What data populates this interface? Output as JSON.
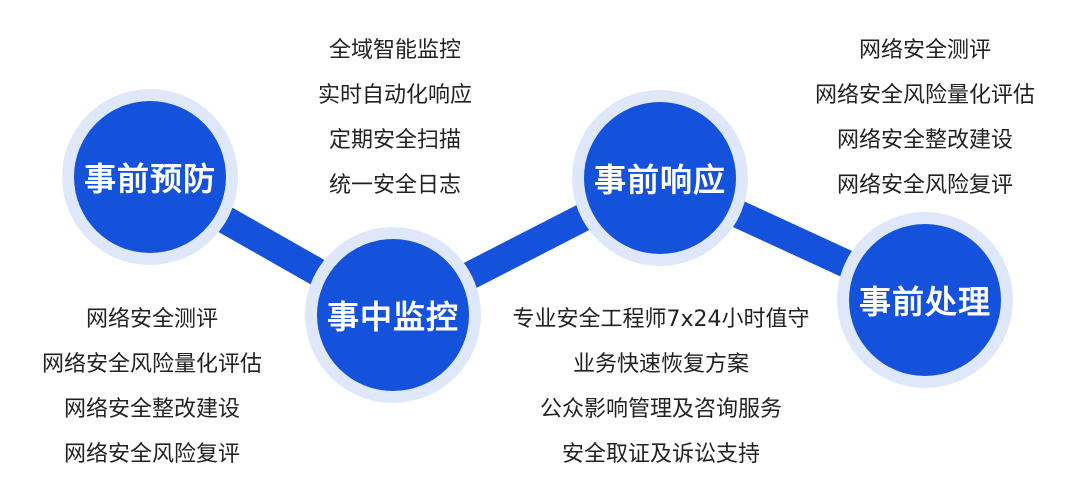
{
  "colors": {
    "primary": "#1452dc",
    "ring": "#dfe8fb"
  },
  "nodes": [
    {
      "label": "事前预防"
    },
    {
      "label": "事中监控"
    },
    {
      "label": "事前响应"
    },
    {
      "label": "事前处理"
    }
  ],
  "lists": {
    "top_middle": [
      "全域智能监控",
      "实时自动化响应",
      "定期安全扫描",
      "统一安全日志"
    ],
    "top_right": [
      "网络安全测评",
      "网络安全风险量化评估",
      "网络安全整改建设",
      "网络安全风险复评"
    ],
    "bottom_left": [
      "网络安全测评",
      "网络安全风险量化评估",
      "网络安全整改建设",
      "网络安全风险复评"
    ],
    "bottom_middle": [
      "专业安全工程师7x24小时值守",
      "业务快速恢复方案",
      "公众影响管理及咨询服务",
      "安全取证及诉讼支持"
    ]
  }
}
